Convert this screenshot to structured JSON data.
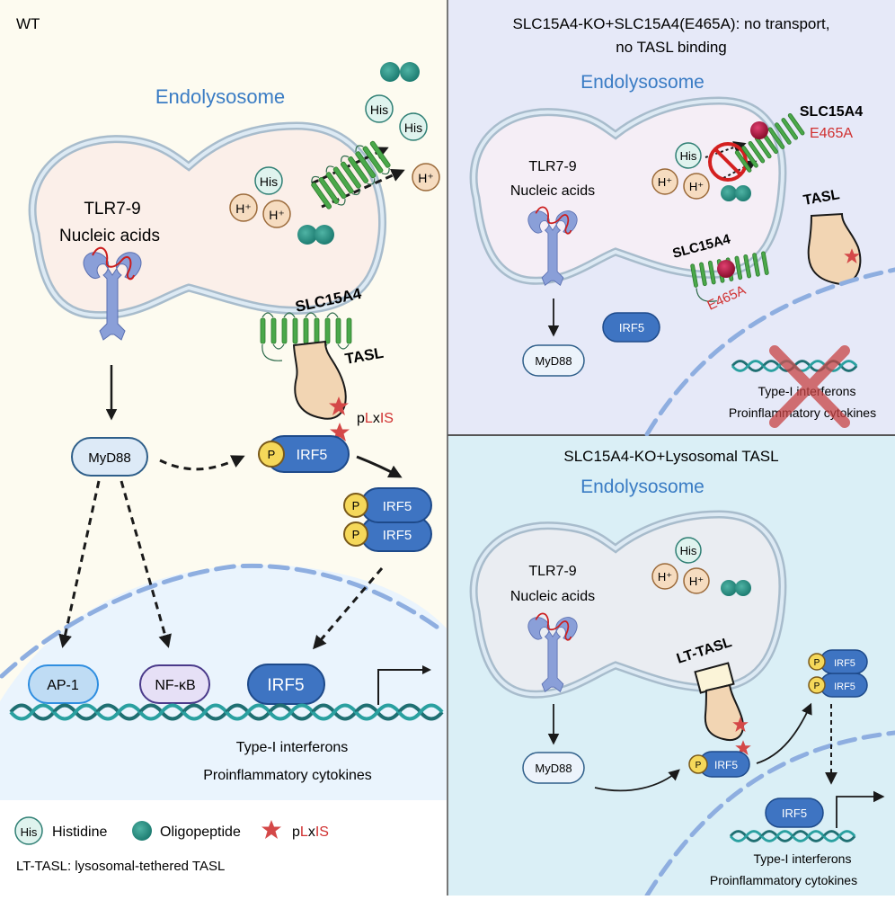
{
  "colors": {
    "wt_bg": "#fdfbf0",
    "nucleus_bg": "#eaf4fd",
    "panel2_bg": "#e6e9f8",
    "panel3_bg": "#daeff6",
    "endolysosome_text": "#3a7cc4",
    "irf5": "#3e74c2",
    "phospho": "#f5d85a",
    "red_text": "#d03030",
    "transporter": "#4aa84a",
    "dna": "#1f7c7c",
    "tlr": "#8a9fd8",
    "tasl": "#f2d5b3"
  },
  "wt": {
    "label": "WT",
    "endolysosome": "Endolysosome",
    "tlr_line1": "TLR7-9",
    "tlr_line2": "Nucleic acids",
    "his": "His",
    "h_plus": "H⁺",
    "slc15a4": "SLC15A4",
    "tasl": "TASL",
    "plxis_p": "p",
    "plxis_l": "L",
    "plxis_x": "x",
    "plxis_is": "IS",
    "myd88": "MyD88",
    "p": "P",
    "irf5": "IRF5",
    "ap1": "AP-1",
    "nfkb": "NF-κB",
    "output_line1": "Type-I interferons",
    "output_line2": "Proinflammatory cytokines"
  },
  "e465a": {
    "title_line1": "SLC15A4-KO+SLC15A4(E465A): no transport,",
    "title_line2": "no TASL binding",
    "endolysosome": "Endolysosome",
    "tlr_line1": "TLR7-9",
    "tlr_line2": "Nucleic acids",
    "his": "His",
    "h_plus": "H⁺",
    "slc15a4": "SLC15A4",
    "mutation": "E465A",
    "tasl": "TASL",
    "myd88": "MyD88",
    "irf5": "IRF5",
    "output_line1": "Type-I interferons",
    "output_line2": "Proinflammatory cytokines"
  },
  "lt_tasl": {
    "title": "SLC15A4-KO+Lysosomal TASL",
    "endolysosome": "Endolysosome",
    "tlr_line1": "TLR7-9",
    "tlr_line2": "Nucleic acids",
    "his": "His",
    "h_plus": "H⁺",
    "lt_tasl": "LT-TASL",
    "myd88": "MyD88",
    "p": "P",
    "irf5": "IRF5",
    "output_line1": "Type-I interferons",
    "output_line2": "Proinflammatory cytokines"
  },
  "legend": {
    "his_icon": "His",
    "histidine": "Histidine",
    "oligopeptide": "Oligopeptide",
    "plxis_p": "p",
    "plxis_l": "L",
    "plxis_x": "x",
    "plxis_is": "IS",
    "lt_tasl_def": "LT-TASL: lysosomal-tethered TASL"
  }
}
